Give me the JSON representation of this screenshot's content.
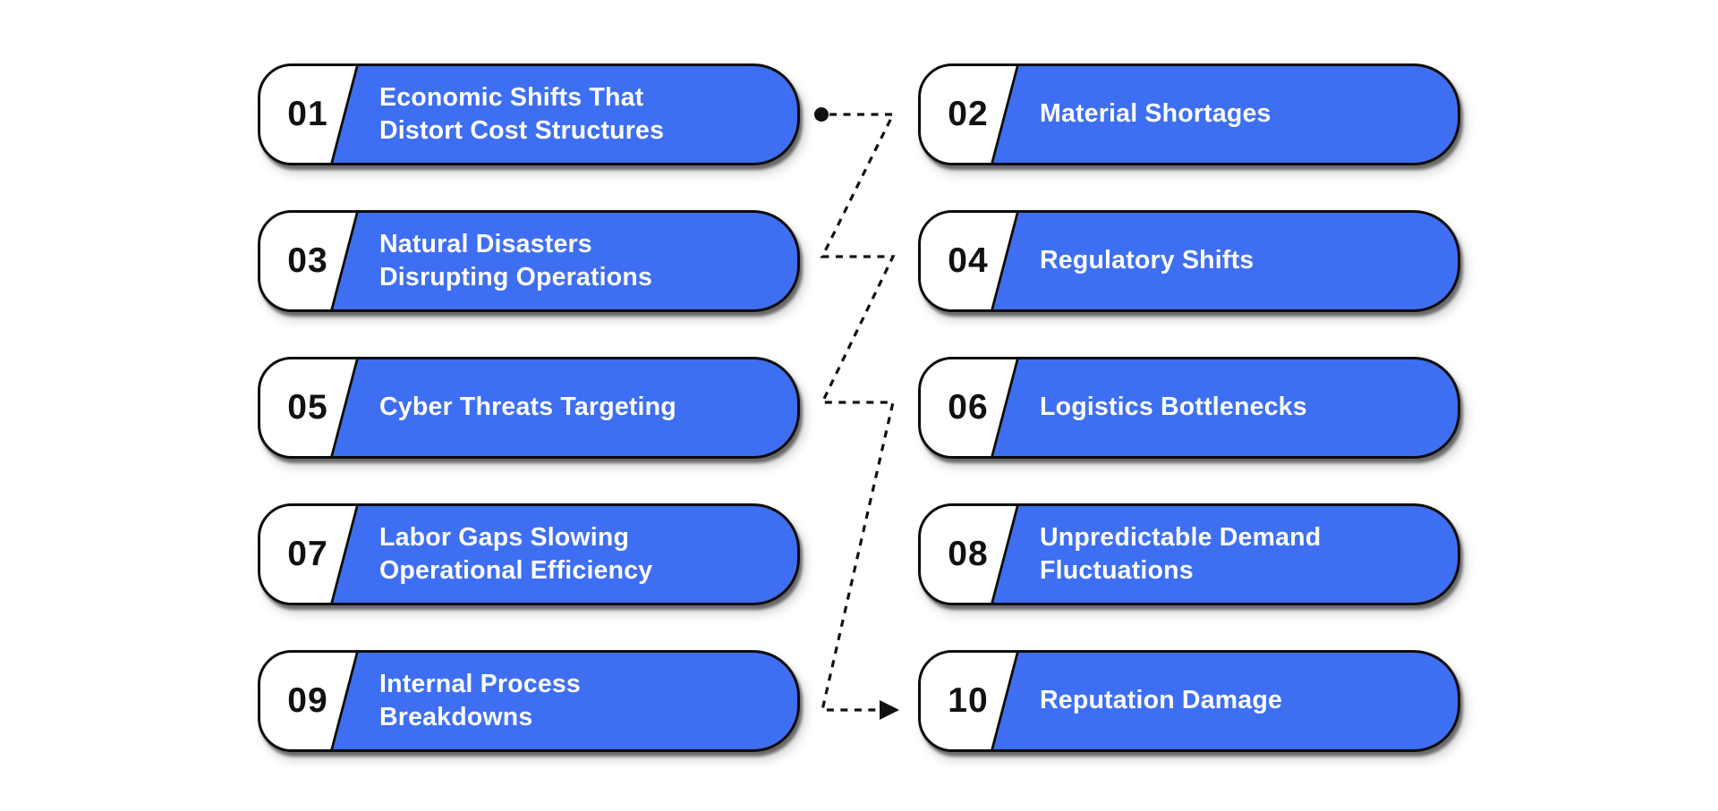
{
  "figure": {
    "type": "numbered-list-infographic",
    "background": "#ffffff"
  },
  "colors": {
    "pill_fill": "#3E6FF2",
    "number_section_fill": "#ffffff",
    "outline": "#0c0c0c",
    "title_text": "#ffffff",
    "number_text": "#111111",
    "connector": "#111111"
  },
  "connector": {
    "line_style": "dashed-zigzag",
    "start_marker": "filled-dot",
    "end_marker": "right-arrowhead"
  },
  "items": [
    {
      "number": "01",
      "title": "Economic Shifts That\nDistort Cost Structures",
      "column": "left"
    },
    {
      "number": "02",
      "title": "Material Shortages",
      "column": "right"
    },
    {
      "number": "03",
      "title": "Natural Disasters\nDisrupting Operations",
      "column": "left"
    },
    {
      "number": "04",
      "title": "Regulatory Shifts",
      "column": "right"
    },
    {
      "number": "05",
      "title": "Cyber Threats Targeting",
      "column": "left"
    },
    {
      "number": "06",
      "title": "Logistics Bottlenecks",
      "column": "right"
    },
    {
      "number": "07",
      "title": "Labor Gaps Slowing\nOperational Efficiency",
      "column": "left"
    },
    {
      "number": "08",
      "title": "Unpredictable Demand\nFluctuations",
      "column": "right"
    },
    {
      "number": "09",
      "title": "Internal Process\nBreakdowns",
      "column": "left"
    },
    {
      "number": "10",
      "title": "Reputation Damage",
      "column": "right"
    }
  ]
}
